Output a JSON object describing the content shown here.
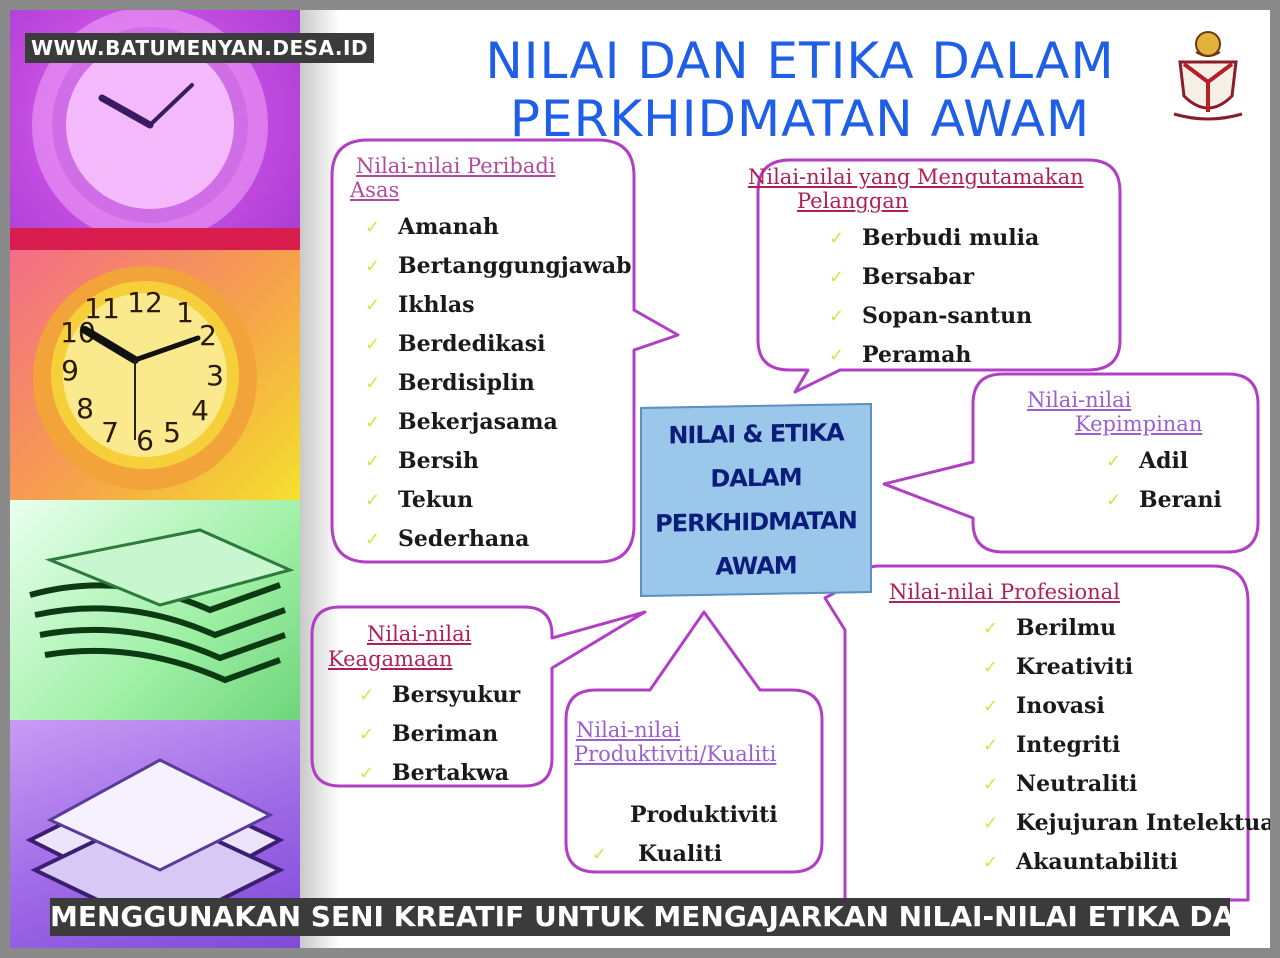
{
  "watermark": "WWW.BATUMENYAN.DESA.ID",
  "title_line1": "NILAI DAN ETIKA DALAM",
  "title_line2": "PERKHIDMATAN AWAM",
  "center_box": [
    "NILAI & ETIKA",
    "DALAM",
    "PERKHIDMATAN AWAM"
  ],
  "bubbles": {
    "peribadi": {
      "title_line1": "Nilai-nilai Peribadi",
      "title_line2": "Asas",
      "items": [
        "Amanah",
        "Bertanggungjawab",
        "Ikhlas",
        "Berdedikasi",
        "Berdisiplin",
        "Bekerjasama",
        "Bersih",
        "Tekun",
        "Sederhana"
      ]
    },
    "pelanggan": {
      "title_line1": "Nilai-nilai yang Mengutamakan",
      "title_line2": "Pelanggan",
      "items": [
        "Berbudi mulia",
        "Bersabar",
        "Sopan-santun",
        "Peramah"
      ]
    },
    "kepimpinan": {
      "title_line1": "Nilai-nilai",
      "title_line2": "Kepimpinan",
      "items": [
        "Adil",
        "Berani"
      ]
    },
    "keagamaan": {
      "title_line1": "Nilai-nilai",
      "title_line2": "Keagamaan",
      "items": [
        "Bersyukur",
        "Beriman",
        "Bertakwa"
      ]
    },
    "produktiviti": {
      "title_line1": "Nilai-nilai",
      "title_line2": "Produktiviti/Kualiti",
      "items": [
        "Produktiviti",
        "Kualiti"
      ]
    },
    "profesional": {
      "title_line1": "Nilai-nilai Profesional",
      "items": [
        "Berilmu",
        "Kreativiti",
        "Inovasi",
        "Integriti",
        "Neutraliti",
        "Kejujuran Intelektual",
        "Akauntabiliti"
      ]
    }
  },
  "caption": "MENGGUNAKAN SENI KREATIF UNTUK MENGAJARKAN NILAI-NILAI ETIKA DALAM PKK",
  "colors": {
    "title_blue": "#1f5fe8",
    "bubble_stroke": "#b13fc4",
    "center_fill": "#9bc7ea",
    "check": "#d8e44a"
  }
}
